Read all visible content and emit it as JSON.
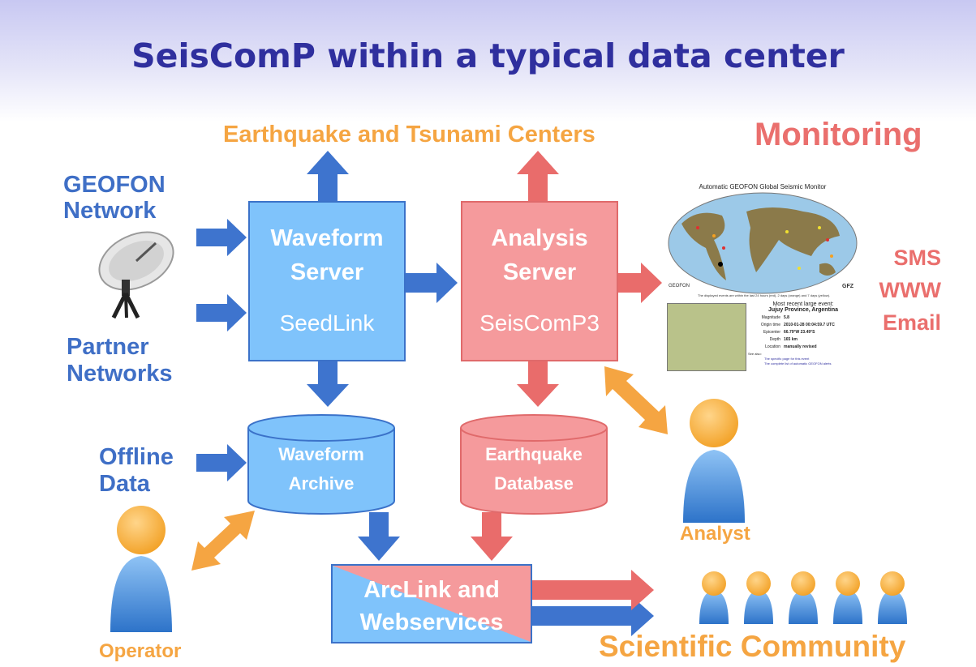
{
  "title": "SeisComP within a typical data center",
  "top_label": "Earthquake and Tsunami Centers",
  "monitoring": "Monitoring",
  "sources": {
    "geofon": [
      "GEOFON",
      "Network"
    ],
    "partner": [
      "Partner",
      "Networks"
    ],
    "offline": [
      "Offline",
      "Data"
    ]
  },
  "waveform_server": {
    "line1": "Waveform",
    "line2": "Server",
    "sub": "SeedLink"
  },
  "analysis_server": {
    "line1": "Analysis",
    "line2": "Server",
    "sub": "SeisComP3"
  },
  "waveform_archive": [
    "Waveform",
    "Archive"
  ],
  "earthquake_database": [
    "Earthquake",
    "Database"
  ],
  "arclink": [
    "ArcLink and",
    "Webservices"
  ],
  "outputs": [
    "SMS",
    "WWW",
    "Email"
  ],
  "roles": {
    "analyst": "Analyst",
    "operator": "Operator"
  },
  "community": "Scientific Community",
  "monitor_panel": {
    "title": "Automatic GEOFON Global Seismic Monitor",
    "map_logo_left": "GEOFON",
    "map_logo_right": "GFZ",
    "caption": "The displayed events are within the last 24 hours (red), 2 days (orange) and 7 days (yellow).",
    "event_heading": "Most recent large event:",
    "event_region": "Jujuy Province, Argentina",
    "fields": [
      {
        "label": "Magnitude",
        "value": "5.8"
      },
      {
        "label": "Origin time",
        "value": "2010-01-28 00:04:59.7 UTC"
      },
      {
        "label": "Epicenter",
        "value": "66.79°W 23.49°S"
      },
      {
        "label": "Depth",
        "value": "165 km"
      },
      {
        "label": "Location",
        "value": "manually revised"
      }
    ],
    "see_also_label": "See also:",
    "see_also": [
      "The specific page for this event",
      "The complete list of automatic GEOFON alerts"
    ]
  },
  "colors": {
    "blue_box": "#7fc3fb",
    "pink_box": "#f59a9c",
    "blue_arrow": "#3e74ce",
    "pink_arrow": "#e96c6b",
    "orange": "#f5a542"
  }
}
